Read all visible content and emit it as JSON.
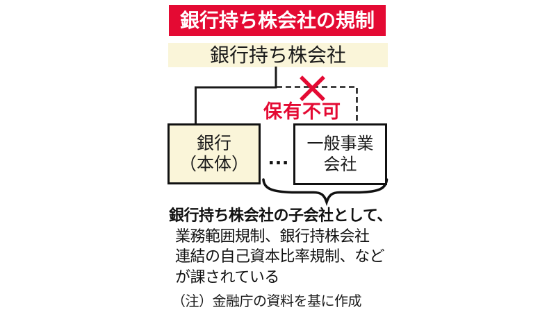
{
  "banner": {
    "title": "銀行持ち株会社の規制",
    "bg_color": "#e40a33",
    "text_color": "#ffffff"
  },
  "holding_box": {
    "label": "銀行持ち株会社",
    "bg_color": "#faf5d9"
  },
  "prohibition": {
    "label": "保有不可",
    "color": "#e40a33",
    "icon": "red-x-icon"
  },
  "bank_box": {
    "line1": "銀行",
    "line2": "（本体）",
    "bg_color": "#faf5d9"
  },
  "ellipsis": "…",
  "general_box": {
    "line1": "一般事業",
    "line2": "会社",
    "bg_color": "#ffffff"
  },
  "description": {
    "line1": "銀行持ち株会社の子会社として、",
    "line2": "業務範囲規制、銀行持株会社",
    "line3": "連結の自己資本比率規制、など",
    "line4": "が課されている"
  },
  "footnote": "（注）金融庁の資料を基に作成",
  "line_color": "#1a1a1a"
}
